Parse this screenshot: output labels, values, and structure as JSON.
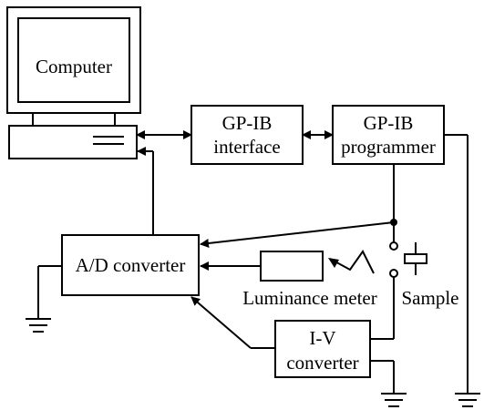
{
  "labels": {
    "computer": "Computer",
    "gpib_interface_line1": "GP-IB",
    "gpib_interface_line2": "interface",
    "gpib_programmer_line1": "GP-IB",
    "gpib_programmer_line2": "programmer",
    "ad_converter": "A/D converter",
    "luminance_meter": "Luminance meter",
    "sample": "Sample",
    "iv_converter_line1": "I-V",
    "iv_converter_line2": "converter"
  },
  "colors": {
    "ink": "#000000",
    "background": "#ffffff"
  }
}
